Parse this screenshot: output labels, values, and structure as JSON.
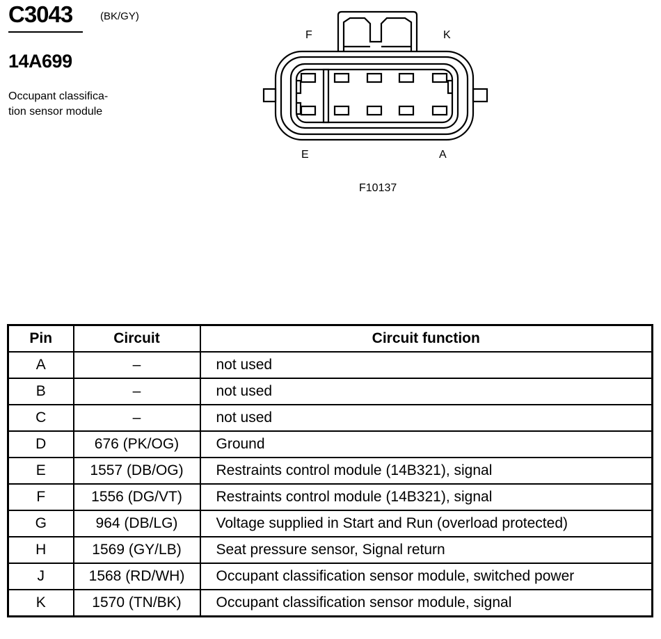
{
  "header": {
    "connector_id": "C3043",
    "wire_color": "(BK/GY)",
    "part_number": "14A699",
    "description_lines": [
      "Occupant classifica-",
      "tion sensor module"
    ]
  },
  "diagram": {
    "pin_labels": {
      "top_left": "F",
      "top_right": "K",
      "bottom_left": "E",
      "bottom_right": "A"
    },
    "figure_id": "F10137"
  },
  "table": {
    "headers": [
      "Pin",
      "Circuit",
      "Circuit function"
    ],
    "rows": [
      {
        "pin": "A",
        "circuit": "–",
        "function": "not used"
      },
      {
        "pin": "B",
        "circuit": "–",
        "function": "not used"
      },
      {
        "pin": "C",
        "circuit": "–",
        "function": "not used"
      },
      {
        "pin": "D",
        "circuit": "676 (PK/OG)",
        "function": "Ground"
      },
      {
        "pin": "E",
        "circuit": "1557 (DB/OG)",
        "function": "Restraints control module (14B321), signal"
      },
      {
        "pin": "F",
        "circuit": "1556 (DG/VT)",
        "function": "Restraints control module (14B321), signal"
      },
      {
        "pin": "G",
        "circuit": "964 (DB/LG)",
        "function": "Voltage supplied in Start and Run (overload protected)"
      },
      {
        "pin": "H",
        "circuit": "1569 (GY/LB)",
        "function": "Seat pressure sensor, Signal return"
      },
      {
        "pin": "J",
        "circuit": "1568 (RD/WH)",
        "function": "Occupant classification sensor module, switched power"
      },
      {
        "pin": "K",
        "circuit": "1570 (TN/BK)",
        "function": "Occupant classification sensor module, signal"
      }
    ]
  }
}
